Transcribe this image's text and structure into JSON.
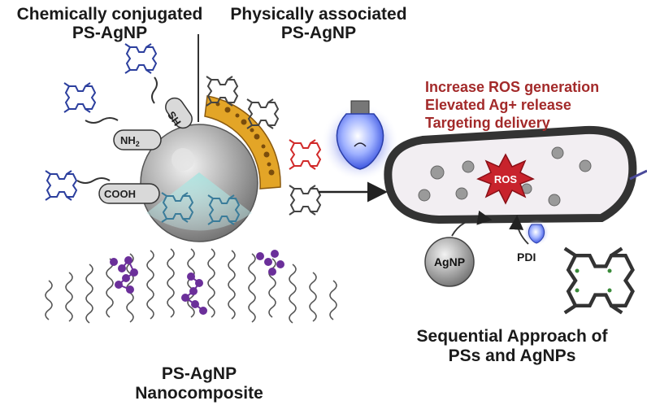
{
  "headers": {
    "chem_line1": "Chemically conjugated",
    "chem_line2": "PS-AgNP",
    "phys_line1": "Physically associated",
    "phys_line2": "PS-AgNP"
  },
  "linkers": {
    "sh": "SH",
    "nh2": "NH",
    "nh2_sub": "2",
    "cooh": "COOH"
  },
  "benefits": [
    "Increase ROS generation",
    "Elevated Ag+ release",
    "Targeting delivery"
  ],
  "cell": {
    "ros": "ROS"
  },
  "agnp_label": "AgNP",
  "pdi_label": "PDI",
  "nanocomposite": {
    "line1": "PS-AgNP",
    "line2": "Nanocomposite"
  },
  "sequential": {
    "line1": "Sequential Approach of",
    "line2": "PSs and AgNPs"
  },
  "colors": {
    "blue_ps": "#2c3f9e",
    "red_ps": "#d12a2a",
    "green_ps": "#3a8a3a",
    "gold_shell": "#e3a527",
    "benefit_text": "#a32a2a",
    "ros_star": "#c8232c",
    "bulb_glow": "#5a6fe0"
  }
}
